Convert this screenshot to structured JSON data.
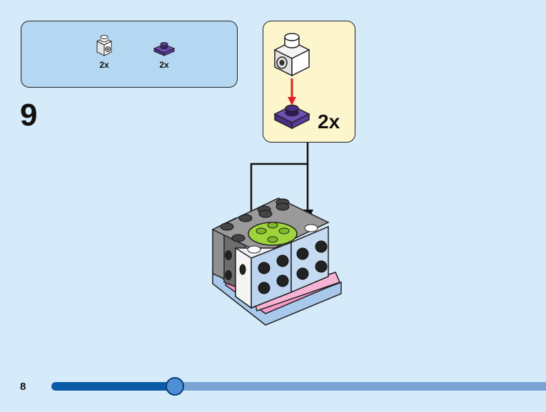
{
  "parts_list": [
    {
      "name": "white-1x1-brick-with-stud-on-side",
      "quantity": "2x",
      "color": "#ffffff"
    },
    {
      "name": "purple-1x1-plate",
      "quantity": "2x",
      "color": "#5b3b9b"
    }
  ],
  "step": {
    "number": "9"
  },
  "callout": {
    "quantity": "2x"
  },
  "page": {
    "number": "8"
  },
  "progress": {
    "fraction": 0.25
  },
  "colors": {
    "background": "#d5ebf9",
    "parts_panel": "#b4d8f2",
    "callout_panel": "#fdf6cd",
    "progress_fill": "#0a5aa8",
    "progress_track": "#7aa4d6",
    "arrow": "#e02020"
  }
}
